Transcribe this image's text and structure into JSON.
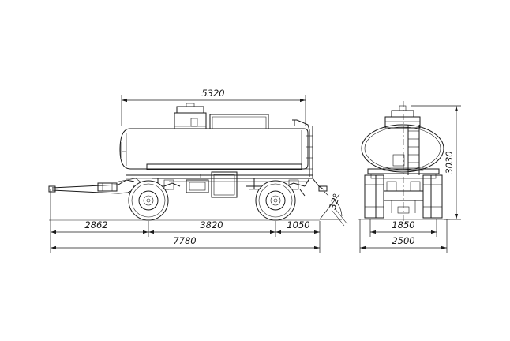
{
  "side_view": {
    "dims": {
      "tank_length": "5320",
      "front_overhang": "2862",
      "wheelbase": "3820",
      "rear_overhang": "1050",
      "overall_length": "7780",
      "departure_angle": "32°"
    }
  },
  "end_view": {
    "dims": {
      "overall_height": "3030",
      "track": "1850",
      "overall_width": "2500"
    }
  }
}
